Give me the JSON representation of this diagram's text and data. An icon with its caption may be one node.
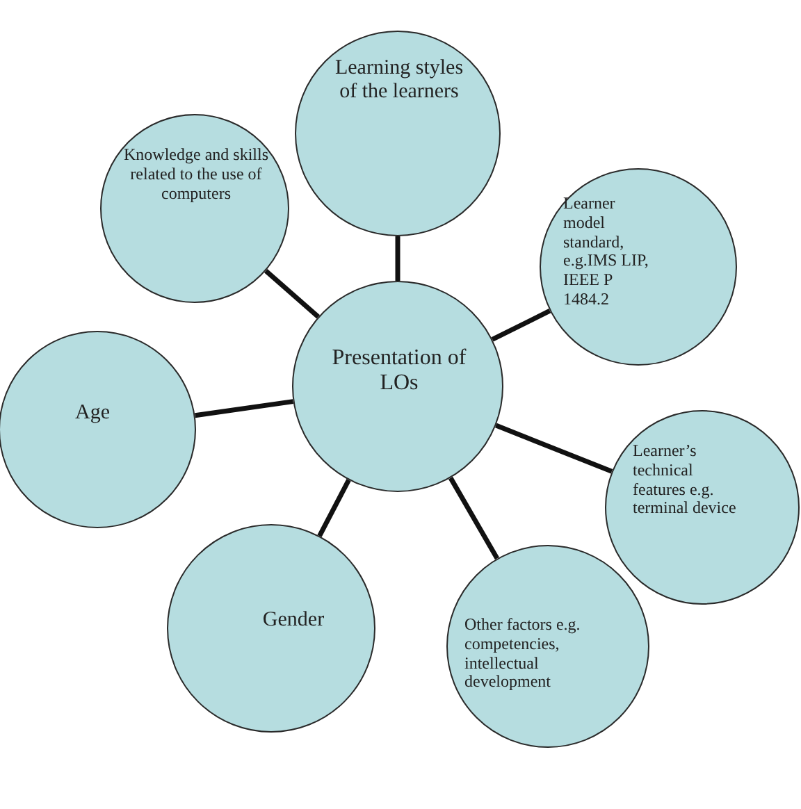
{
  "diagram": {
    "nodes": [
      {
        "text": [
          "Learning styles of the learners"
        ]
      },
      {
        "text": [
          "Knowledge and skills related to the use of computers"
        ]
      },
      {
        "text": [
          "Learner model standard, e.g.IMS LIP, IEEE P 1484.2"
        ]
      },
      {
        "text": [
          "Presentation of LOs"
        ]
      },
      {
        "text": [
          "Age"
        ]
      },
      {
        "text": [
          "Learner’s technical features e.g. terminal device"
        ]
      },
      {
        "text": [
          "Gender"
        ]
      },
      {
        "text": [
          "Other factors e.g. competencies, intellectual development"
        ]
      }
    ],
    "edges": [
      {
        "from": 3,
        "to": 0,
        "arrow": "none"
      },
      {
        "from": 3,
        "to": 2,
        "arrow": "none"
      },
      {
        "from": 3,
        "to": 5,
        "arrow": "none"
      },
      {
        "from": 3,
        "to": 7,
        "arrow": "none"
      },
      {
        "from": 3,
        "to": 6,
        "arrow": "none"
      },
      {
        "from": 3,
        "to": 4,
        "arrow": "none"
      },
      {
        "from": 3,
        "to": 1,
        "arrow": "none"
      }
    ]
  }
}
